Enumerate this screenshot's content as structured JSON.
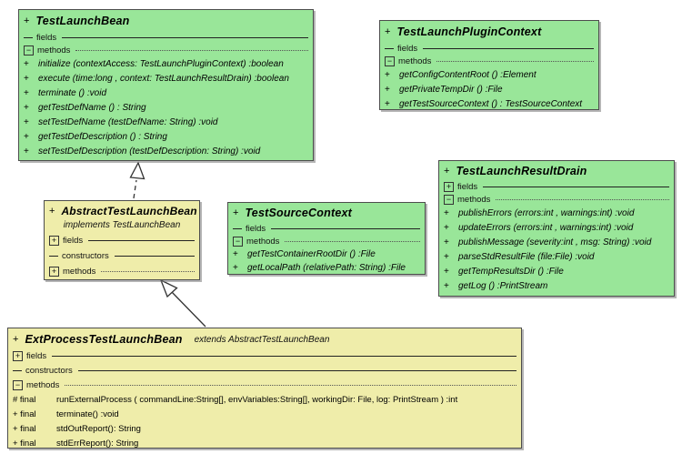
{
  "labels": {
    "fields": "fields",
    "constructors": "constructors",
    "methods": "methods"
  },
  "colors": {
    "interface_fill": "#99e699",
    "class_fill": "#efedaa",
    "border": "#4d4d4d",
    "background": "#ffffff"
  },
  "classes": {
    "test_launch_bean": {
      "visibility": "+",
      "title": "TestLaunchBean",
      "methods": [
        {
          "prefix": "+",
          "text": "initialize (contextAccess: TestLaunchPluginContext) :boolean"
        },
        {
          "prefix": "+",
          "text": "execute (time:long , context: TestLaunchResultDrain) :boolean"
        },
        {
          "prefix": "+",
          "text": "terminate () :void"
        },
        {
          "prefix": "+",
          "text": "getTestDefName () : String"
        },
        {
          "prefix": "+",
          "text": "setTestDefName (testDefName: String) :void"
        },
        {
          "prefix": "+",
          "text": "getTestDefDescription () : String"
        },
        {
          "prefix": "+",
          "text": "setTestDefDescription (testDefDescription: String) :void"
        }
      ]
    },
    "test_launch_plugin_context": {
      "visibility": "+",
      "title": "TestLaunchPluginContext",
      "methods": [
        {
          "prefix": "+",
          "text": "getConfigContentRoot () :Element"
        },
        {
          "prefix": "+",
          "text": "getPrivateTempDir () :File"
        },
        {
          "prefix": "+",
          "text": "getTestSourceContext () : TestSourceContext"
        }
      ]
    },
    "test_launch_result_drain": {
      "visibility": "+",
      "title": "TestLaunchResultDrain",
      "methods": [
        {
          "prefix": "+",
          "text": "publishErrors (errors:int , warnings:int) :void"
        },
        {
          "prefix": "+",
          "text": "updateErrors (errors:int , warnings:int) :void"
        },
        {
          "prefix": "+",
          "text": "publishMessage (severity:int , msg: String) :void"
        },
        {
          "prefix": "+",
          "text": "parseStdResultFile (file:File) :void"
        },
        {
          "prefix": "+",
          "text": "getTempResultsDir () :File"
        },
        {
          "prefix": "+",
          "text": "getLog () :PrintStream"
        }
      ]
    },
    "abstract_test_launch_bean": {
      "visibility": "+",
      "title": "AbstractTestLaunchBean",
      "subtitle": "implements  TestLaunchBean"
    },
    "test_source_context": {
      "visibility": "+",
      "title": "TestSourceContext",
      "methods": [
        {
          "prefix": "+",
          "text": "getTestContainerRootDir () :File"
        },
        {
          "prefix": "+",
          "text": "getLocalPath (relativePath: String) :File"
        }
      ]
    },
    "ext_process_test_launch_bean": {
      "visibility": "+",
      "title": "ExtProcessTestLaunchBean",
      "extends_note": "extends  AbstractTestLaunchBean",
      "methods": [
        {
          "prefix": "# final",
          "text": "runExternalProcess ( commandLine:String[],  envVariables:String[],  workingDir: File,  log: PrintStream ) :int"
        },
        {
          "prefix": "+ final",
          "text": "terminate() :void"
        },
        {
          "prefix": "+ final",
          "text": "stdOutReport(): String"
        },
        {
          "prefix": "+ final",
          "text": "stdErrReport(): String"
        }
      ]
    }
  }
}
